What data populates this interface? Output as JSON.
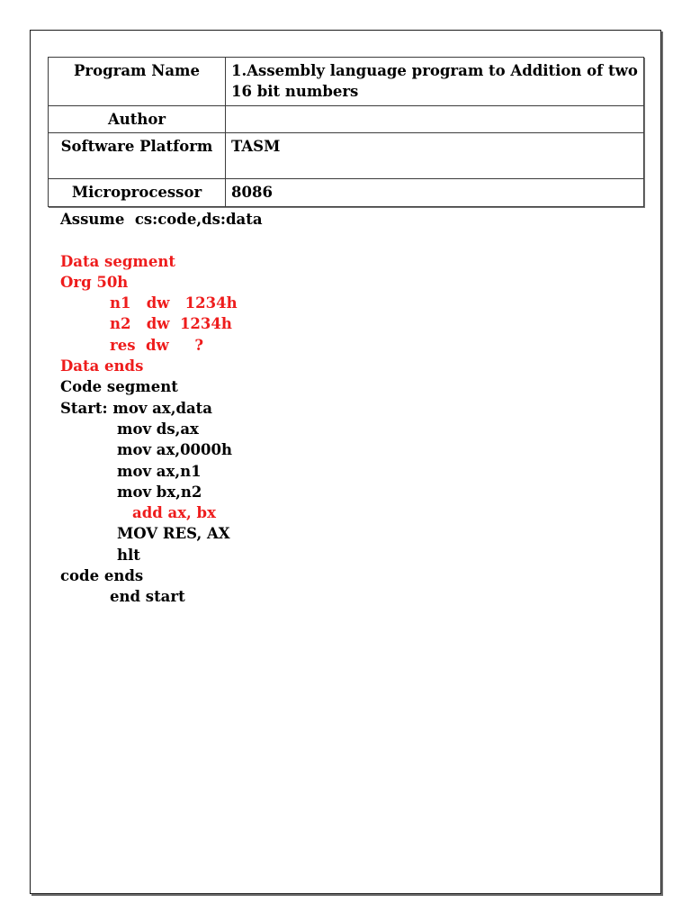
{
  "document": {
    "title": "Assembly language program to Addition of two 16 bit numbers"
  },
  "info_table": {
    "rows": [
      {
        "label": "Program Name",
        "value": "1.Assembly language program to  Addition of two 16 bit numbers"
      },
      {
        "label": "Author",
        "value": ""
      },
      {
        "label": "Software Platform",
        "value": "TASM"
      },
      {
        "label": "Microprocessor",
        "value": "8086"
      }
    ]
  },
  "code": {
    "lines": [
      {
        "text": "Assume  cs:code,ds:data",
        "color": "black",
        "indent": 0
      },
      {
        "text": "",
        "color": "black",
        "indent": 0
      },
      {
        "text": "Data segment",
        "color": "red",
        "indent": 0
      },
      {
        "text": "Org 50h",
        "color": "red",
        "indent": 0
      },
      {
        "text": "n1   dw   1234h",
        "color": "red",
        "indent": 1
      },
      {
        "text": "n2   dw  1234h",
        "color": "red",
        "indent": 1
      },
      {
        "text": "res  dw     ?",
        "color": "red",
        "indent": 1
      },
      {
        "text": "Data ends",
        "color": "red",
        "indent": 0
      },
      {
        "text": "Code segment",
        "color": "black",
        "indent": 0
      },
      {
        "text": "Start: mov ax,data",
        "color": "black",
        "indent": 0
      },
      {
        "text": "mov ds,ax",
        "color": "black",
        "indent": 2
      },
      {
        "text": "mov ax,0000h",
        "color": "black",
        "indent": 2
      },
      {
        "text": "mov ax,n1",
        "color": "black",
        "indent": 2
      },
      {
        "text": "mov bx,n2",
        "color": "black",
        "indent": 2
      },
      {
        "text": "add ax, bx",
        "color": "red",
        "indent": 3
      },
      {
        "text": "MOV RES, AX",
        "color": "black",
        "indent": 2
      },
      {
        "text": "hlt",
        "color": "black",
        "indent": 2
      },
      {
        "text": "code ends",
        "color": "black",
        "indent": 0
      },
      {
        "text": "end start",
        "color": "black",
        "indent": 1
      }
    ]
  },
  "colors": {
    "code_red": "#ee1c1c",
    "code_black": "#000000",
    "page_border": "#1a1a1a",
    "table_border": "#3c3c3c"
  }
}
